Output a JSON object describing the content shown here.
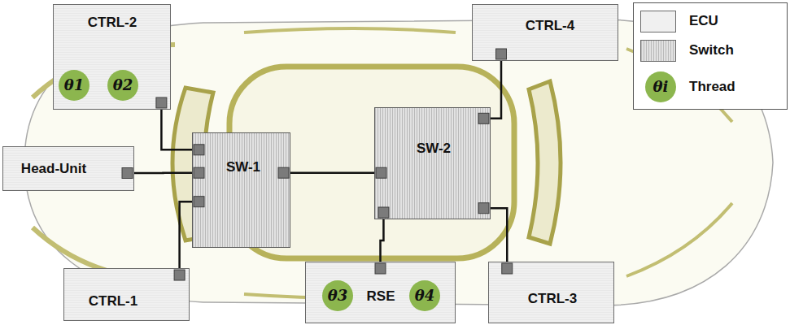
{
  "diagram": {
    "nodes": [
      {
        "text": [
          "CTRL-2"
        ]
      },
      {
        "text": [
          "θ1"
        ],
        "in": 0
      },
      {
        "text": [
          "θ2"
        ],
        "in": 0
      },
      {
        "text": [
          "CTRL-4"
        ]
      },
      {
        "text": [
          "Head-Unit"
        ]
      },
      {
        "text": [
          "SW-1"
        ]
      },
      {
        "text": [
          "SW-2"
        ]
      },
      {
        "text": [
          "CTRL-1"
        ]
      },
      {
        "text": [
          "RSE"
        ]
      },
      {
        "text": [
          "θ3"
        ],
        "in": 8
      },
      {
        "text": [
          "θ4"
        ],
        "in": 8
      },
      {
        "text": [
          "CTRL-3"
        ]
      }
    ],
    "edges": [
      {
        "from": 0,
        "to": 5,
        "arrow": "none"
      },
      {
        "from": 4,
        "to": 5,
        "arrow": "none"
      },
      {
        "from": 7,
        "to": 5,
        "arrow": "none"
      },
      {
        "from": 5,
        "to": 6,
        "arrow": "none"
      },
      {
        "from": 6,
        "to": 3,
        "arrow": "none"
      },
      {
        "from": 6,
        "to": 8,
        "arrow": "none"
      },
      {
        "from": 6,
        "to": 11,
        "arrow": "none"
      }
    ],
    "labels": [
      "θi"
    ],
    "legend": [
      {
        "text": "ECU",
        "color": "#f0f0f0"
      },
      {
        "text": "Switch"
      },
      {
        "text": "Thread"
      }
    ]
  }
}
